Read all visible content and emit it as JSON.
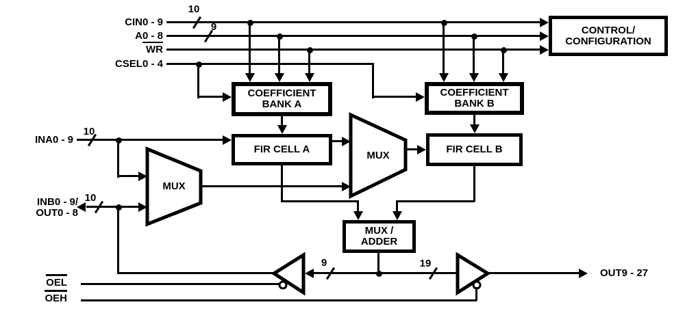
{
  "colors": {
    "line": "#000000",
    "background": "#ffffff"
  },
  "pins": {
    "cin": "CIN0 - 9",
    "a_prefix": "A",
    "a_suffix": "0 - 8",
    "wr": "WR",
    "csel": "CSEL0 - 4",
    "ina": "INA0 - 9",
    "inb_line1": "INB0 - 9/",
    "inb_line2": "OUT0 - 8",
    "oel": "OEL",
    "oeh": "OEH",
    "out": "OUT9 - 27"
  },
  "bus_widths": {
    "cin": "10",
    "addr": "9",
    "ina": "10",
    "inb": "10",
    "out_low": "9",
    "out_high": "19"
  },
  "blocks": {
    "control": {
      "line1": "CONTROL/",
      "line2": "CONFIGURATION"
    },
    "coefficient_bank_a": {
      "line1": "COEFFICIENT",
      "line2": "BANK A"
    },
    "coefficient_bank_b": {
      "line1": "COEFFICIENT",
      "line2": "BANK B"
    },
    "fir_cell_a": {
      "label": "FIR CELL A"
    },
    "fir_cell_b": {
      "label": "FIR CELL B"
    },
    "input_mux": {
      "label": "MUX"
    },
    "cascade_mux": {
      "label": "MUX"
    },
    "mux_adder": {
      "line1": "MUX /",
      "line2": "ADDER"
    }
  }
}
